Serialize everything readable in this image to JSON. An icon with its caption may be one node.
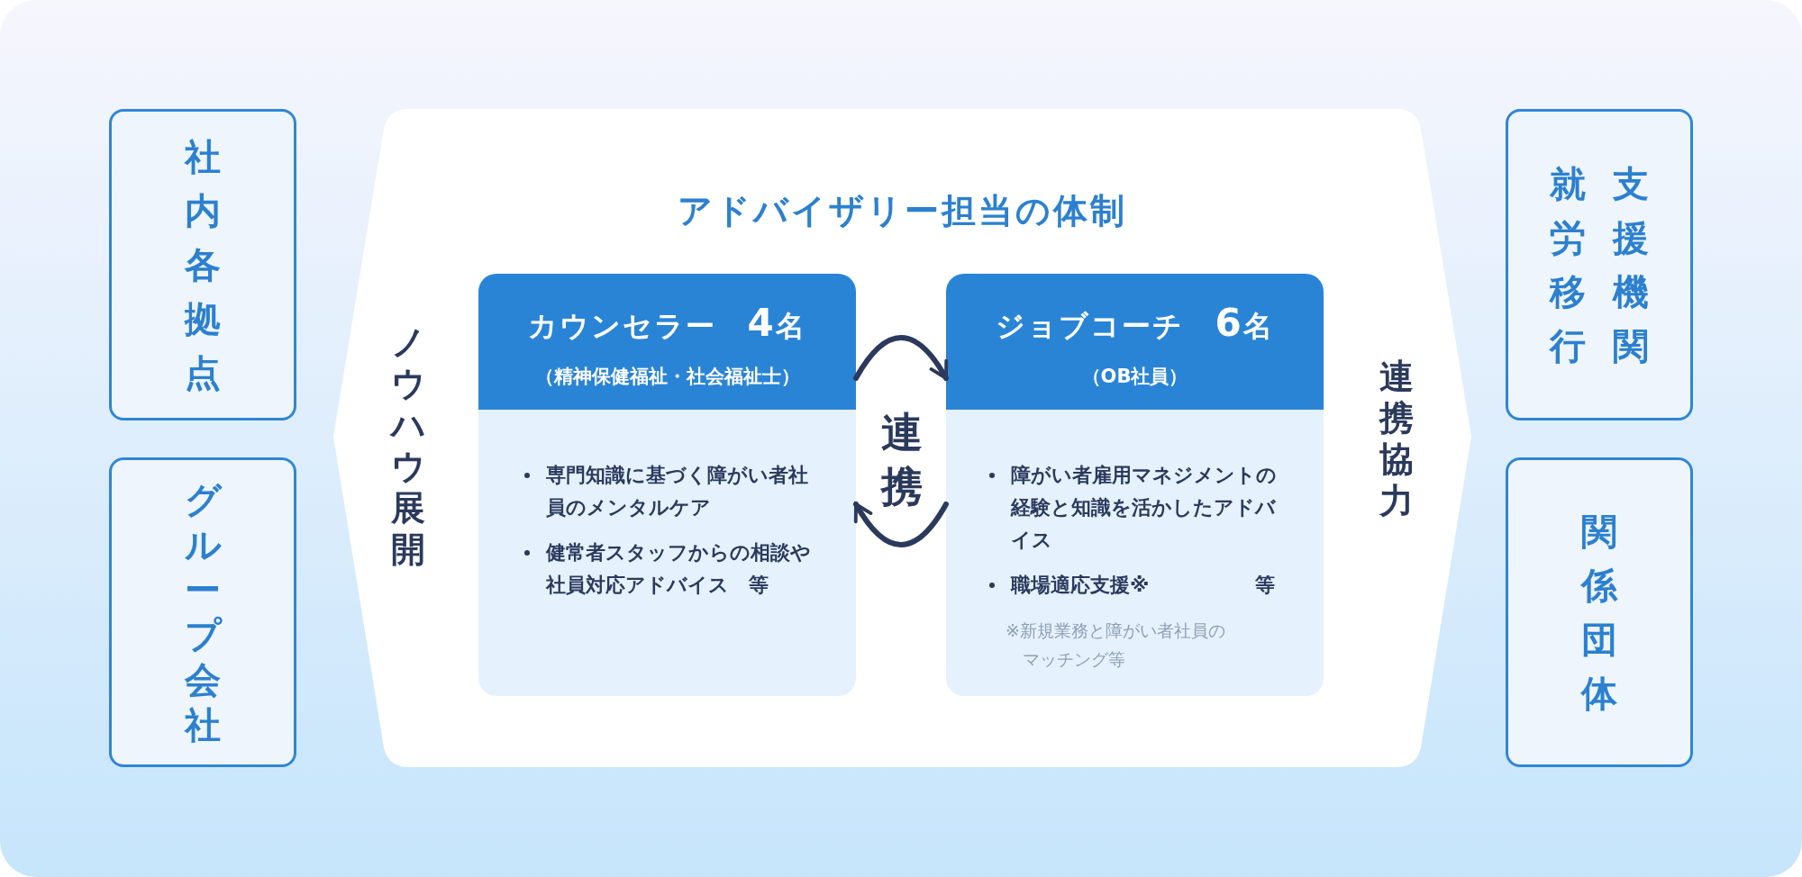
{
  "diagram": {
    "nodes": [
      {
        "text": [
          "社内各拠点"
        ]
      },
      {
        "text": [
          "グループ会社"
        ]
      },
      {
        "text": [
          "アドバイザリー担当の体制",
          "ノウハウ展開",
          "連携協力"
        ]
      },
      {
        "text": [
          "カウンセラー　4名",
          "（精神保健福祉・社会福祉士）",
          "専門知識に基づく障がい者社員のメンタルケア",
          "健常者スタッフからの相談や社員対応アドバイス　等"
        ],
        "in": 2
      },
      {
        "text": [
          "ジョブコーチ　6名",
          "（OB社員）",
          "障がい者雇用マネジメントの経験と知識を活かしたアドバイス",
          "職場適応支援※　　　　　 等",
          "※新規業務と障がい者社員のマッチング等"
        ],
        "in": 2
      },
      {
        "text": [
          "就労移行支援機関"
        ]
      },
      {
        "text": [
          "関係団体"
        ]
      }
    ],
    "edges": [
      {
        "from": 3,
        "to": 4,
        "arrow": "to"
      },
      {
        "from": 4,
        "to": 3,
        "arrow": "to"
      }
    ],
    "labels": [
      "連携"
    ]
  }
}
